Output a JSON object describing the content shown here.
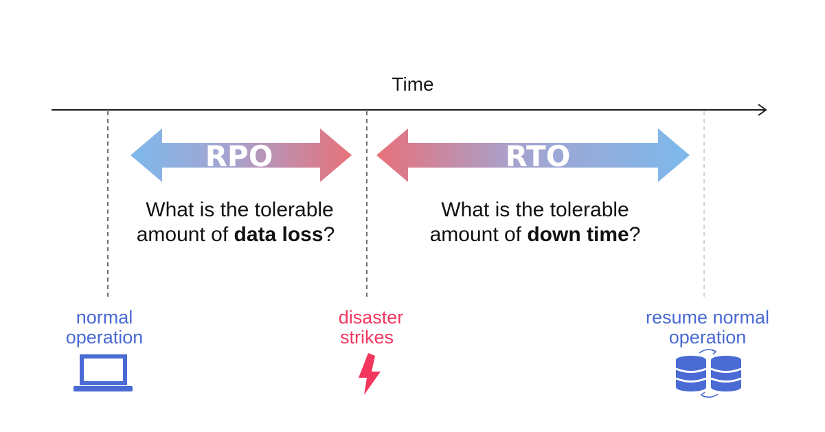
{
  "timeline": {
    "label": "Time"
  },
  "rpo": {
    "label": "RPO",
    "question": {
      "line1": "What is the tolerable",
      "line2_prefix": "amount of ",
      "line2_emphasis": "data loss",
      "line2_suffix": "?"
    }
  },
  "rto": {
    "label": "RTO",
    "question": {
      "line1": "What is the tolerable",
      "line2_prefix": "amount of ",
      "line2_emphasis": "down time",
      "line2_suffix": "?"
    }
  },
  "events": {
    "normal": {
      "line1": "normal",
      "line2": "operation",
      "icon": "laptop-icon"
    },
    "disaster": {
      "line1": "disaster",
      "line2": "strikes",
      "icon": "lightning-bolt-icon"
    },
    "resume": {
      "line1": "resume normal",
      "line2": "operation",
      "icon": "database-sync-icon"
    }
  },
  "colors": {
    "arrow_blue": "#7eb9ec",
    "arrow_red": "#e8727c",
    "event_blue": "#4a6ad4",
    "event_red": "#f2365e",
    "axis": "#1a1a1a"
  }
}
